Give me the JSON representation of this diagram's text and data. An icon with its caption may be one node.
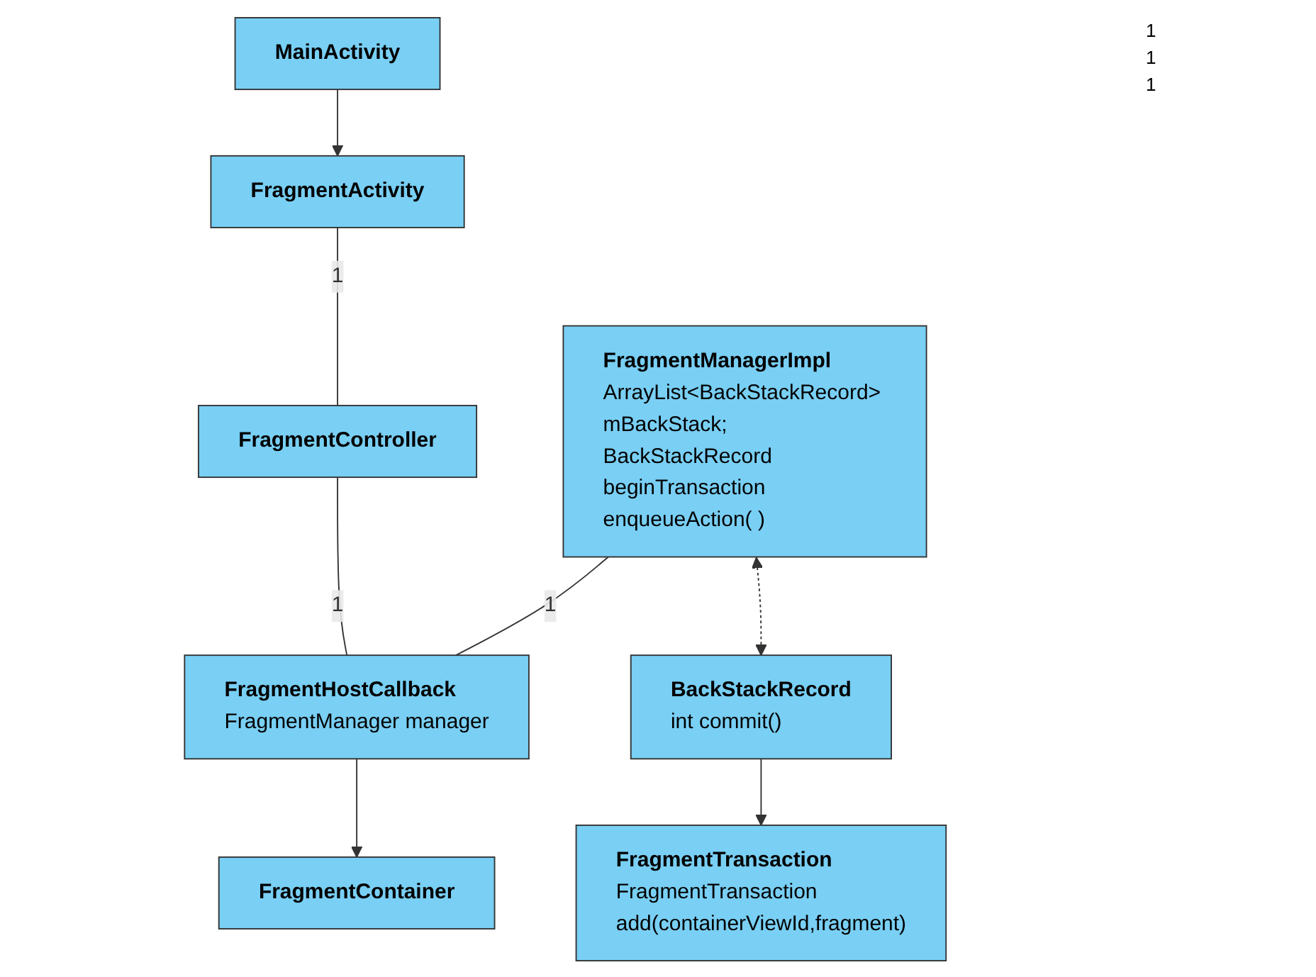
{
  "diagram": {
    "nodes": [
      {
        "text": [
          "MainActivity"
        ]
      },
      {
        "text": [
          "FragmentActivity"
        ]
      },
      {
        "text": [
          "FragmentController"
        ]
      },
      {
        "text": [
          "FragmentManagerImpl",
          "ArrayList<BackStackRecord> mBackStack;",
          "BackStackRecord beginTransaction",
          "enqueueAction( )"
        ]
      },
      {
        "text": [
          "FragmentHostCallback",
          "FragmentManager  manager"
        ]
      },
      {
        "text": [
          "FragmentContainer"
        ]
      },
      {
        "text": [
          "BackStackRecord",
          "int commit()"
        ]
      },
      {
        "text": [
          "FragmentTransaction",
          "FragmentTransaction add(containerViewId,fragment)"
        ]
      }
    ],
    "edges": [
      {
        "from": 0,
        "to": 1,
        "arrow": "to"
      },
      {
        "from": 1,
        "to": 2,
        "arrow": "none",
        "label": "1"
      },
      {
        "from": 2,
        "to": 4,
        "arrow": "none",
        "label": "1"
      },
      {
        "from": 3,
        "to": 4,
        "arrow": "none",
        "label": "1"
      },
      {
        "from": 4,
        "to": 5,
        "arrow": "to"
      },
      {
        "from": 3,
        "to": 6,
        "arrow": "both",
        "style": "dashed"
      },
      {
        "from": 6,
        "to": 7,
        "arrow": "to"
      }
    ],
    "labels": [
      "1",
      "1",
      "1"
    ]
  }
}
